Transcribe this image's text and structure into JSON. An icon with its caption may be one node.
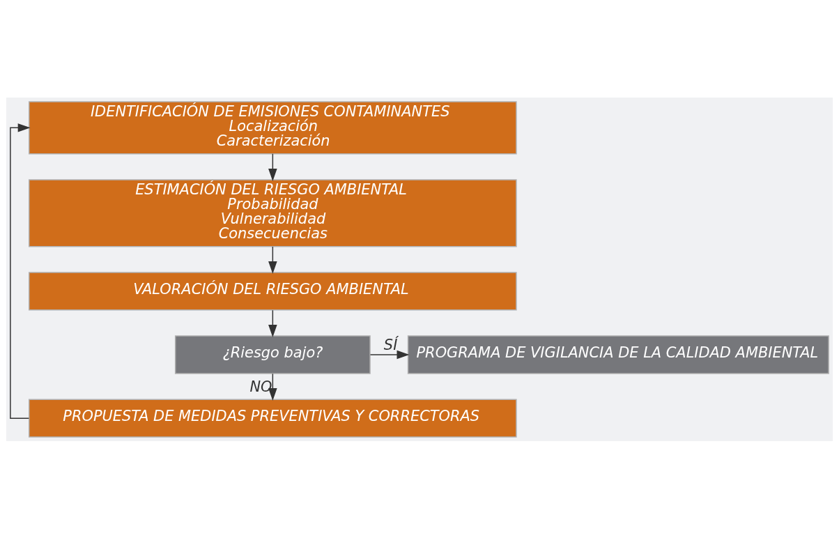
{
  "diagram": {
    "nodes": [
      {
        "text": [
          "IDENTIFICACIÓN DE EMISIONES CONTAMINANTES",
          "Localización",
          "Caracterización"
        ]
      },
      {
        "text": [
          "ESTIMACIÓN DEL RIESGO AMBIENTAL",
          "Probabilidad",
          "Vulnerabilidad",
          "Consecuencias"
        ]
      },
      {
        "text": [
          "VALORACIÓN DEL RIESGO AMBIENTAL"
        ]
      },
      {
        "text": [
          "¿Riesgo bajo?"
        ]
      },
      {
        "text": [
          "PROGRAMA DE VIGILANCIA DE LA CALIDAD AMBIENTAL"
        ]
      },
      {
        "text": [
          "PROPUESTA DE MEDIDAS PREVENTIVAS Y CORRECTORAS"
        ]
      }
    ],
    "edges": [
      {
        "from": 0,
        "to": 1,
        "arrow": "to"
      },
      {
        "from": 1,
        "to": 2,
        "arrow": "to"
      },
      {
        "from": 2,
        "to": 3,
        "arrow": "to"
      },
      {
        "from": 3,
        "to": 4,
        "arrow": "to",
        "label": "SÍ"
      },
      {
        "from": 3,
        "to": 5,
        "arrow": "to",
        "label": "NO"
      },
      {
        "from": 5,
        "to": 0,
        "arrow": "to"
      }
    ]
  }
}
